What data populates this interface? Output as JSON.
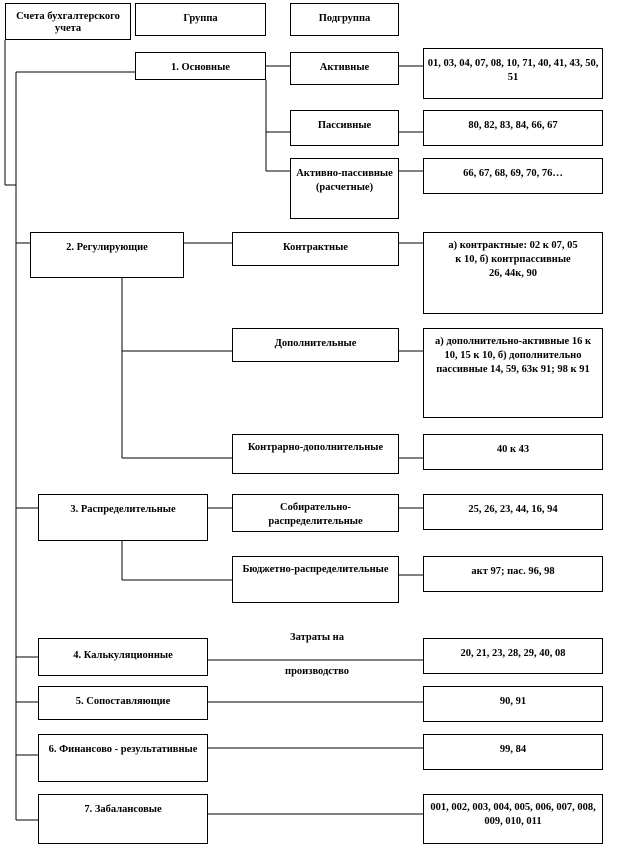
{
  "headers": {
    "accounts": "Счета бухгалтерского учета",
    "group": "Группа",
    "subgroup": "Подгруппа"
  },
  "groups": [
    {
      "label": "1. Основные"
    },
    {
      "label": "2. Регулирующие"
    },
    {
      "label": "3. Распределительные"
    },
    {
      "label": "4. Калькуляционные"
    },
    {
      "label": "5. Сопоставляющие"
    },
    {
      "label": "6. Финансово - результативные"
    },
    {
      "label": "7. Забалансовые"
    }
  ],
  "subgroups": [
    {
      "label": "Активные"
    },
    {
      "label": "Пассивные"
    },
    {
      "label": "Активно-пассивные (расчетные)"
    },
    {
      "label": "Контрактные"
    },
    {
      "label": "Дополнительные"
    },
    {
      "label": "Контрарно-дополнительные"
    },
    {
      "label": "Собирательно-распределительные"
    },
    {
      "label": "Бюджетно-распределительные"
    }
  ],
  "codes": [
    {
      "text": "01, 03, 04, 07, 08, 10, 71, 40, 41, 43, 50, 51"
    },
    {
      "text": "80, 82, 83, 84, 66, 67"
    },
    {
      "text": "66, 67, 68, 69, 70, 76…"
    },
    {
      "text": "а) контрактные: 02 к 07, 05 к 10, б) контрпассивные 26, 44к, 90"
    },
    {
      "text": "а) дополнительно-активные 16 к 10, 15 к 10, б) дополнительно пассивные 14, 59, 63к 91; 98 к 91"
    },
    {
      "text": "40 к 43"
    },
    {
      "text": "25, 26, 23, 44, 16, 94"
    },
    {
      "text": "акт 97; пас. 96, 98"
    },
    {
      "text": "20, 21, 23, 28, 29, 40, 08"
    },
    {
      "text": "90, 91"
    },
    {
      "text": "99, 84"
    },
    {
      "text": "001, 002, 003, 004, 005, 006, 007, 008, 009, 010, 011"
    }
  ],
  "annotations": {
    "costs_top": "Затраты на",
    "costs_bottom": "производство"
  }
}
